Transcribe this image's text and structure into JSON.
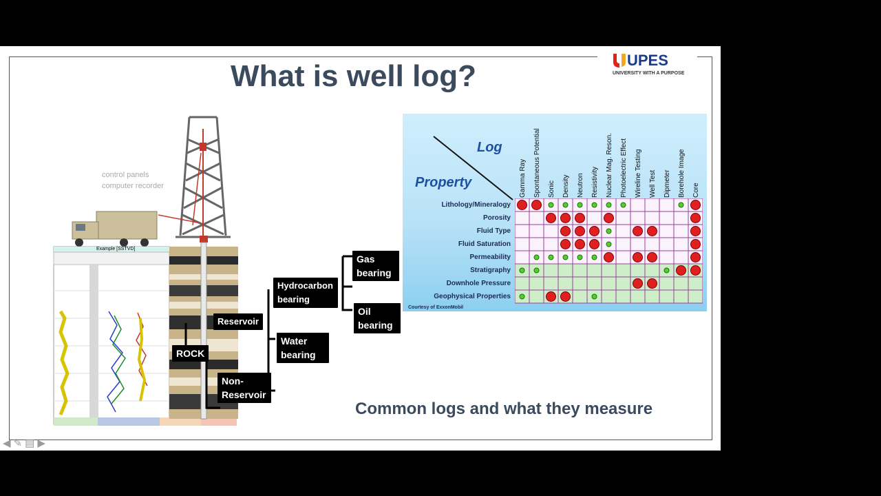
{
  "slide": {
    "title": "What is well log?",
    "caption": "Common logs and what they measure"
  },
  "logo": {
    "name": "UPES",
    "tagline": "UNIVERSITY WITH A PURPOSE"
  },
  "diagram": {
    "control_note_1": "control panels",
    "control_note_2": "computer recorder",
    "log_header": "Example [SSTVD]",
    "rock": "ROCK",
    "reservoir": "Reservoir",
    "non_reservoir": "Non-Reservoir",
    "hydrocarbon": "Hydrocarbon bearing",
    "water": "Water bearing",
    "gas": "Gas bearing",
    "oil": "Oil bearing"
  },
  "table": {
    "log_label": "Log",
    "property_label": "Property",
    "courtesy": "Courtesy of ExxonMobil",
    "columns": [
      "Gamma Ray",
      "Spontaneous Potential",
      "Sonic",
      "Density",
      "Neutron",
      "Resistivity",
      "Nuclear Mag. Reson.",
      "Photoelectric Effect",
      "Wireline Testing",
      "Well Test",
      "Dipmeter",
      "Borehole Image",
      "Core"
    ],
    "rows": [
      "Lithology/Mineralogy",
      "Porosity",
      "Fluid Type",
      "Fluid Saturation",
      "Permeability",
      "Stratigraphy",
      "Downhole Pressure",
      "Geophysical Properties"
    ],
    "cells": [
      [
        "L",
        "L",
        "s",
        "s",
        "s",
        "s",
        "s",
        "s",
        "",
        "",
        "",
        "s",
        "L"
      ],
      [
        "",
        "",
        "L",
        "L",
        "L",
        "",
        "L",
        "",
        "",
        "",
        "",
        "",
        "L"
      ],
      [
        "",
        "",
        "",
        "L",
        "L",
        "L",
        "s",
        "",
        "L",
        "L",
        "",
        "",
        "L"
      ],
      [
        "",
        "",
        "",
        "L",
        "L",
        "L",
        "s",
        "",
        "",
        "",
        "",
        "",
        "L"
      ],
      [
        "",
        "s",
        "s",
        "s",
        "s",
        "s",
        "L",
        "",
        "L",
        "L",
        "",
        "",
        "L"
      ],
      [
        "s",
        "s",
        "",
        "",
        "",
        "",
        "",
        "",
        "",
        "",
        "s",
        "L",
        "L"
      ],
      [
        "",
        "",
        "",
        "",
        "",
        "",
        "",
        "",
        "L",
        "L",
        "",
        "",
        ""
      ],
      [
        "s",
        "",
        "L",
        "L",
        "",
        "s",
        "",
        "",
        "",
        "",
        "",
        "",
        ""
      ]
    ]
  },
  "nav": {
    "prev": "◀",
    "pen": "✎",
    "menu": "▤",
    "next": "▶"
  }
}
